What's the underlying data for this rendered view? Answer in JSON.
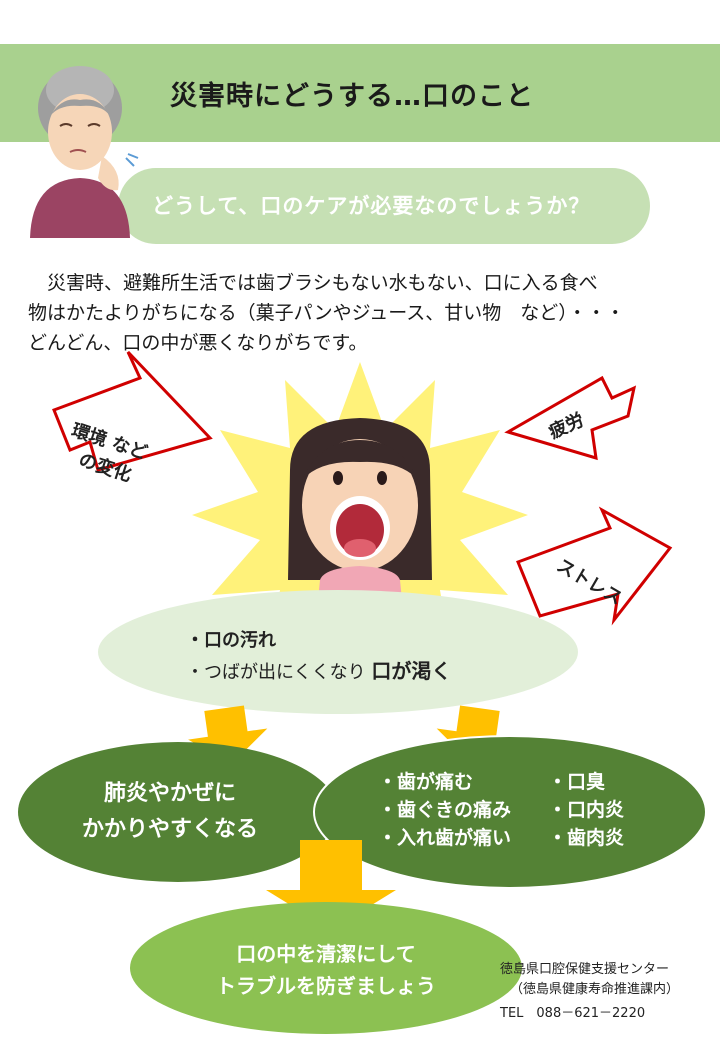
{
  "title": "災害時にどうする…口のこと",
  "question": "どうして、口のケアが必要なのでしょうか？",
  "intro": [
    "　災害時、避難所生活では歯ブラシもない水もない、口に入る食べ",
    "物はかたよりがちになる（菓子パンやジュース、甘い物　など）・・・",
    "どんどん、口の中が悪くなりがちです。"
  ],
  "arrows": {
    "environment_line1": "環境 など",
    "environment_line2": "の変化",
    "fatigue": "疲労",
    "stress": "ストレス"
  },
  "cause": {
    "item1": "・口の汚れ",
    "item2_prefix": "・つばが出にくくなり ",
    "item2_bold": "口が渇く"
  },
  "result_left": {
    "line1": "肺炎やかぜに",
    "line2": "かかりやすくなる"
  },
  "symptoms": {
    "col1": [
      "・歯が痛む",
      "・歯ぐきの痛み",
      "・入れ歯が痛い"
    ],
    "col2": [
      "・口臭",
      "・口内炎",
      "・歯肉炎"
    ]
  },
  "conclusion": {
    "line1": "口の中を清潔にして",
    "line2": "トラブルを防ぎましょう"
  },
  "footer": {
    "org": "徳島県口腔保健支援センター",
    "dept": "（徳島県健康寿命推進課内）",
    "tel": "TEL　088－621－2220"
  },
  "colors": {
    "title_bar": "#a9d18e",
    "pill": "#c6e0b4",
    "dark_green": "#548235",
    "light_green": "#8cc152",
    "arrow_red": "#d00000",
    "burst": "#fff27a",
    "down_arrow": "#ffc000"
  }
}
